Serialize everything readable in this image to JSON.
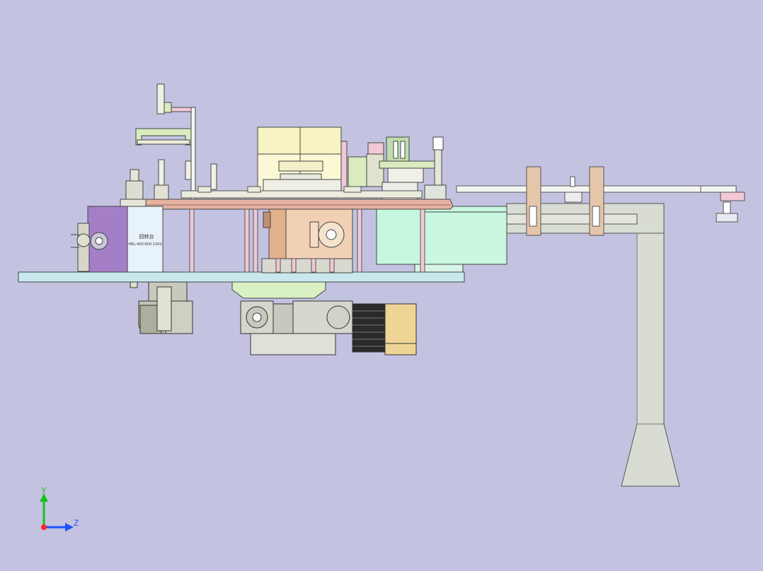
{
  "viewport": {
    "background": "#c3c3e1",
    "colors": {
      "base_plate": "#c8e8ee",
      "turntable": "#e6b2a2",
      "gearbox_block": "#f2d0b4",
      "mint_panel": "#c6f6de",
      "purple_box": "#a57ec8",
      "label_box": "#e8f2fa",
      "cream": "#f7f3c2",
      "frame_gray": "#d6dcd2",
      "motor_gray": "#b8b8b0",
      "motor_dark": "#2a2a2a",
      "motor_end": "#eed596",
      "light_green": "#d8ecbe",
      "pink_rod": "#f1c8d6",
      "tan_clamp": "#e6c6aa"
    },
    "label_box": {
      "line1": "回转台",
      "line2": "HRL-400-600-1302"
    }
  },
  "triad": {
    "y_label": "Y",
    "z_label": "Z",
    "y_color": "#19c219",
    "z_color": "#2050ff",
    "origin_color": "#ff2a2a"
  }
}
